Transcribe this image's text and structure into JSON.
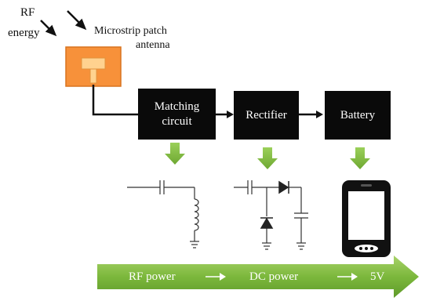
{
  "labels": {
    "rf_line1": "RF",
    "rf_line2": "energy",
    "antenna_line1": "Microstrip patch",
    "antenna_line2": "antenna"
  },
  "blocks": {
    "matching_line1": "Matching",
    "matching_line2": "circuit",
    "rectifier": "Rectifier",
    "battery": "Battery"
  },
  "flow": {
    "rf_power": "RF power",
    "dc_power": "DC power",
    "output": "5V"
  },
  "colors": {
    "antenna": "#f7913a",
    "green": "#7cb83c",
    "block": "#0a0a0a"
  }
}
